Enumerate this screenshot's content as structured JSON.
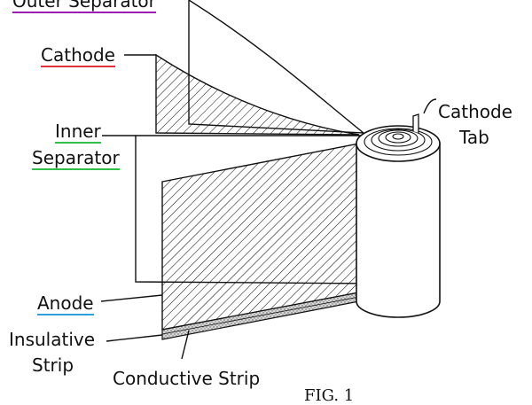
{
  "labels": {
    "outer_separator": "Outer Separator",
    "cathode": "Cathode",
    "inner_separator_line1": "Inner",
    "inner_separator_line2": "Separator",
    "anode": "Anode",
    "insulative_strip_line1": "Insulative",
    "insulative_strip_line2": "Strip",
    "conductive_strip": "Conductive Strip",
    "cathode_tab_line1": "Cathode",
    "cathode_tab_line2": "Tab",
    "fig_caption": "FIG. 1"
  },
  "colors": {
    "line": "#111111",
    "outer_separator_underline": "#9b1fb2",
    "cathode_underline": "#e0303a",
    "inner_separator_underline": "#2fbf4a",
    "anode_underline": "#2f9fe0",
    "conductive_strip_fill": "#cfcfcf"
  }
}
